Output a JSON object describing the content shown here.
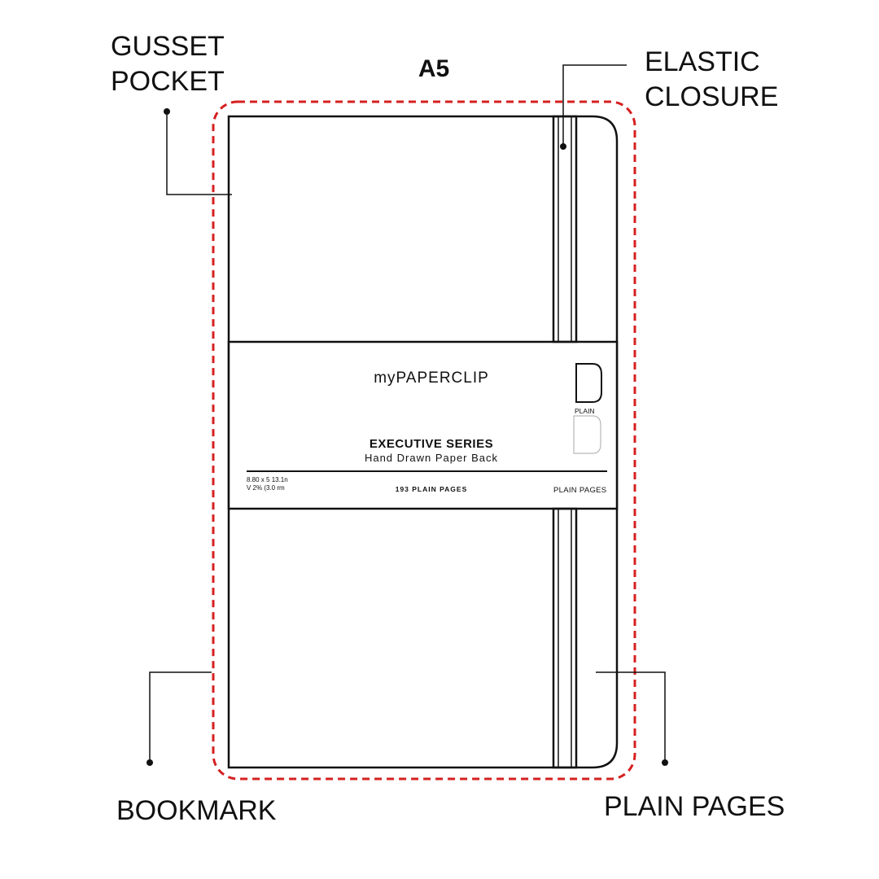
{
  "title": "A5",
  "callouts": {
    "gusset_pocket": [
      "GUSSET",
      "POCKET"
    ],
    "elastic_closure": [
      "ELASTIC",
      "CLOSURE"
    ],
    "bookmark": "BOOKMARK",
    "plain_pages": "PLAIN PAGES"
  },
  "band": {
    "brand_prefix": "my",
    "brand_main": "PAPERCLIP",
    "series": "EXECUTIVE SERIES",
    "subtitle": "Hand Drawn Paper Back",
    "spec_line1": "8.80 x 5 13.1n",
    "spec_line2": "V 2% (3.0 rm",
    "page_count": "193 PLAIN PAGES",
    "page_type": "PLAIN PAGES",
    "icon_label": "PLAIN"
  },
  "colors": {
    "outline": "#d62020",
    "ink": "#111111"
  }
}
